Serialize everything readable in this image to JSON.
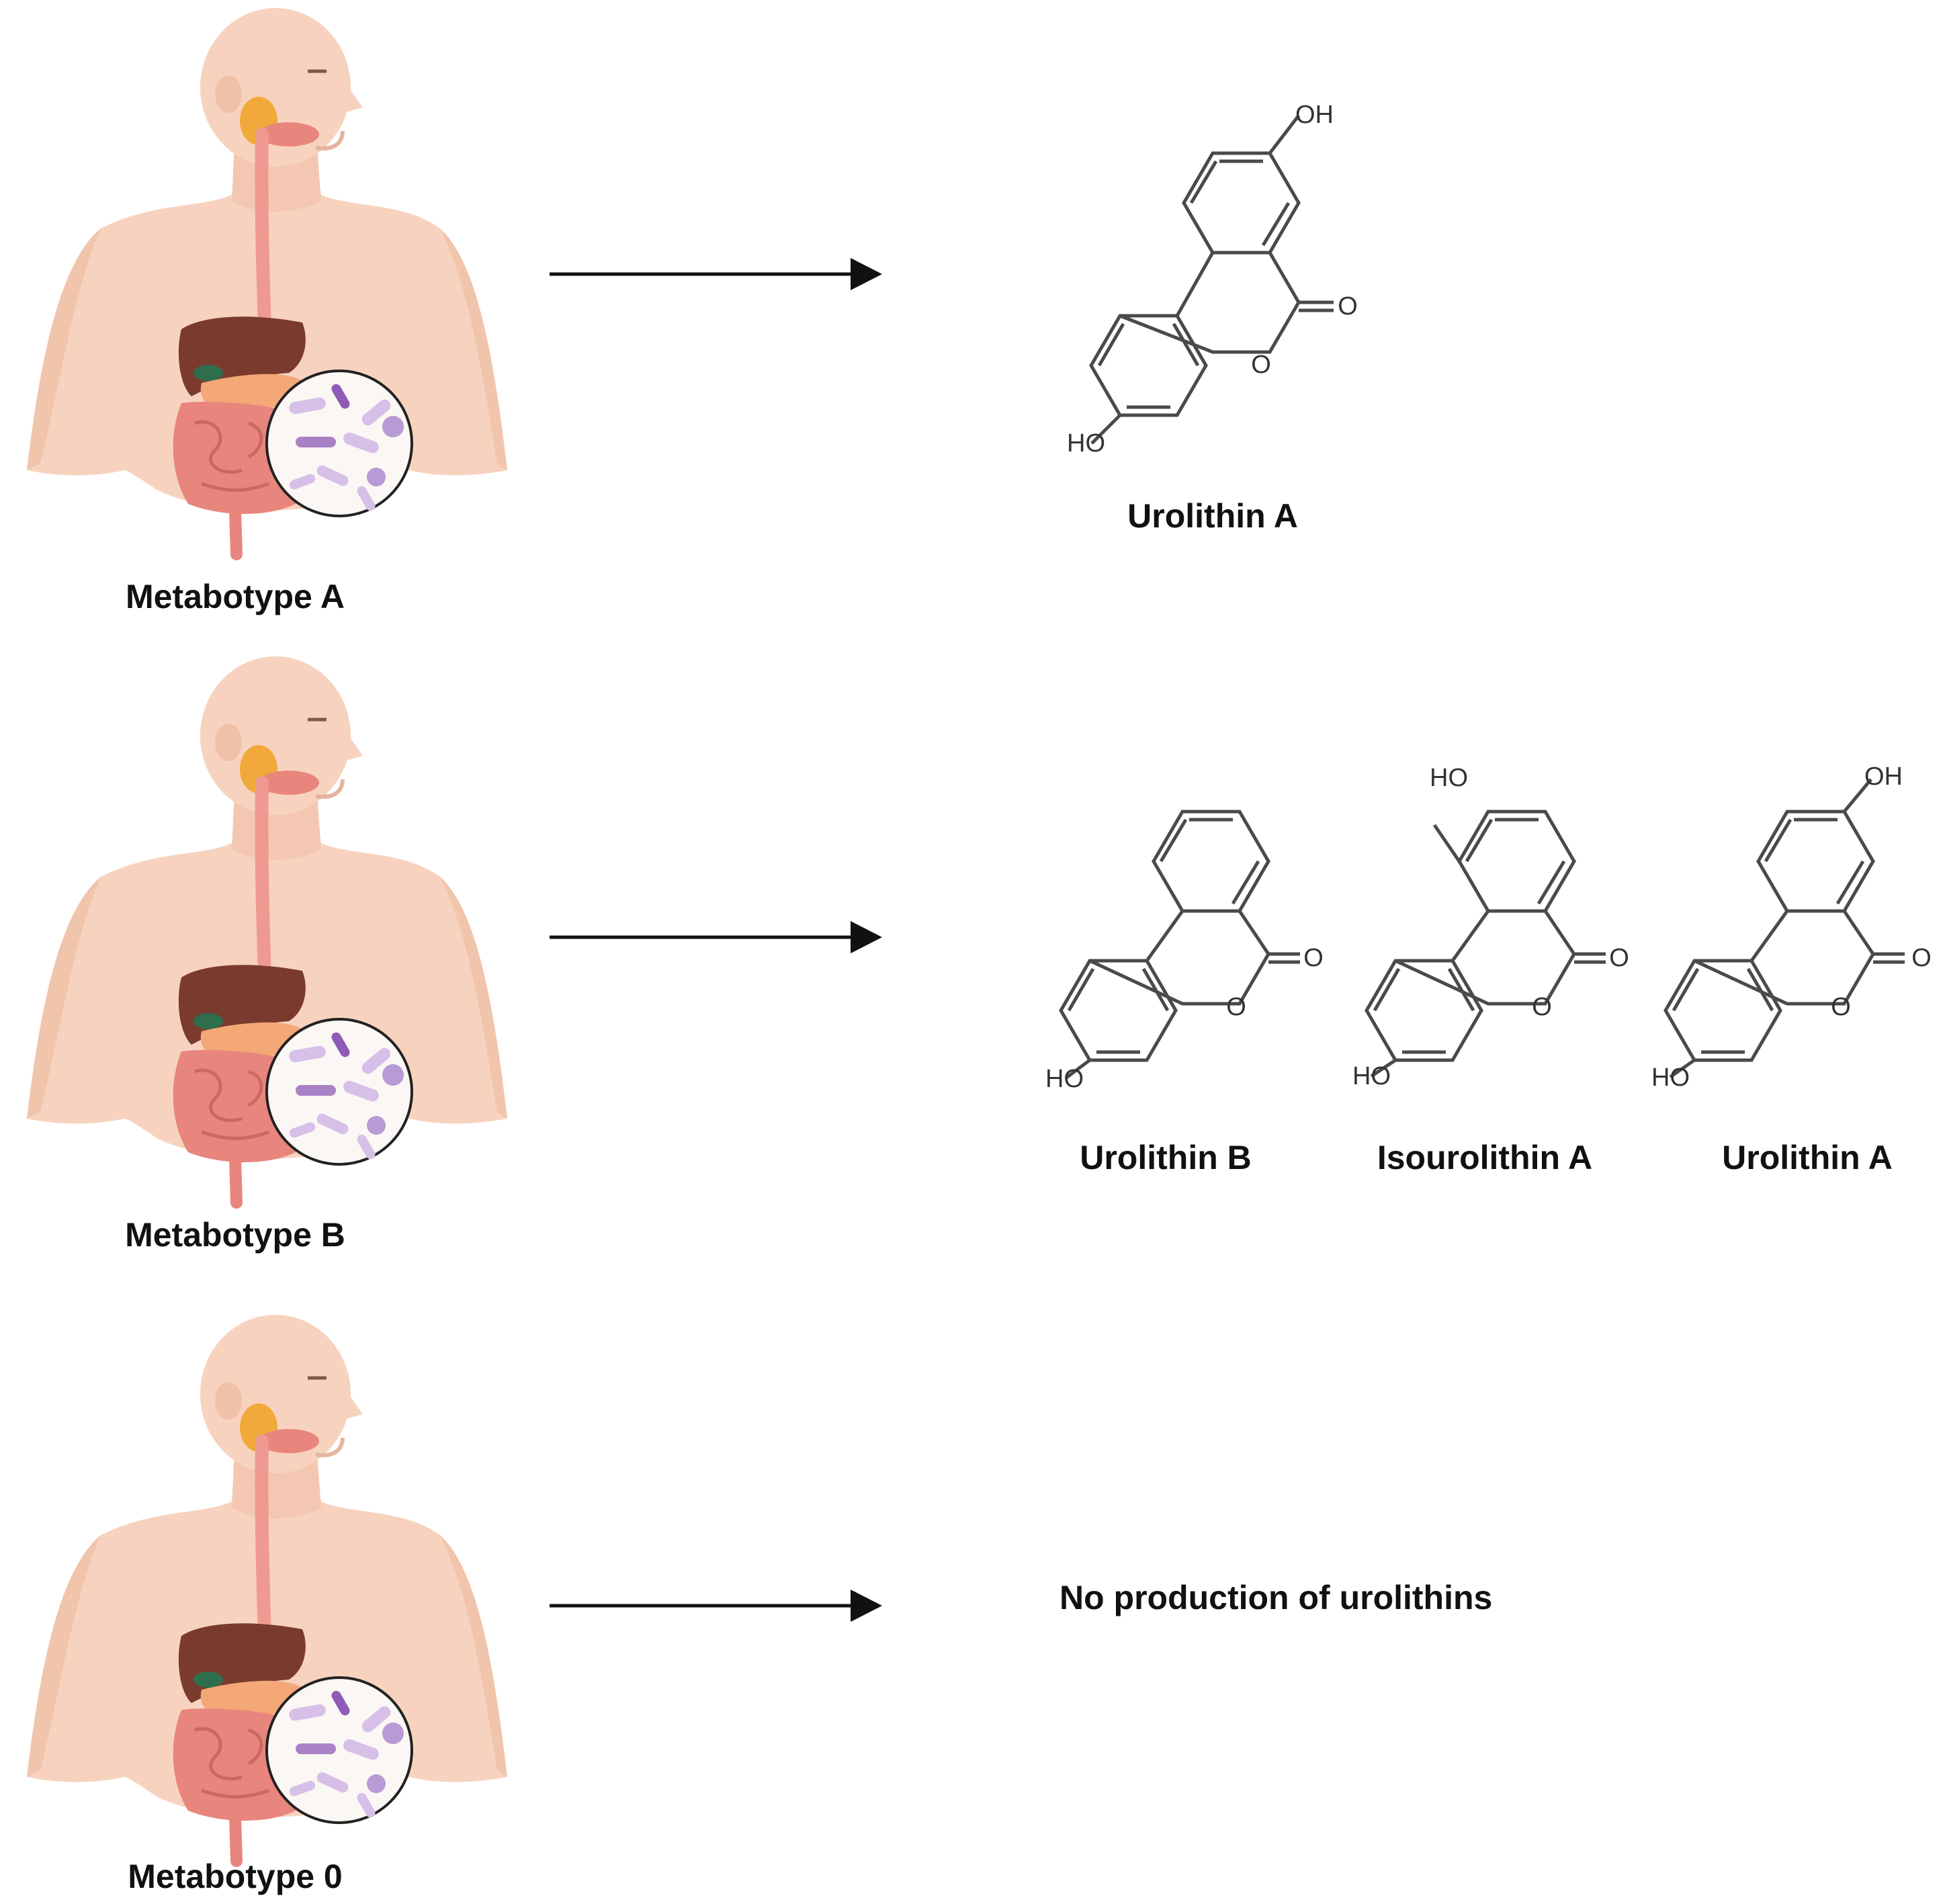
{
  "rows": [
    {
      "id": "metabotype-a",
      "label": "Metabotype A",
      "products": [
        {
          "name": "Urolithin A",
          "structure": "urolithin-a",
          "atoms": {
            "ho_low": "HO",
            "oh_top": "OH",
            "ring_o": "O",
            "carbonyl_o": "O"
          }
        }
      ],
      "no_product_text": ""
    },
    {
      "id": "metabotype-b",
      "label": "Metabotype B",
      "products": [
        {
          "name": "Urolithin B",
          "structure": "urolithin-b",
          "atoms": {
            "ho_low": "HO",
            "ring_o": "O",
            "carbonyl_o": "O"
          }
        },
        {
          "name": "Isourolithin A",
          "structure": "isourolithin-a",
          "atoms": {
            "ho_low": "HO",
            "ho_top": "HO",
            "ring_o": "O",
            "carbonyl_o": "O"
          }
        },
        {
          "name": "Urolithin A",
          "structure": "urolithin-a",
          "atoms": {
            "ho_low": "HO",
            "oh_top": "OH",
            "ring_o": "O",
            "carbonyl_o": "O"
          }
        }
      ],
      "no_product_text": ""
    },
    {
      "id": "metabotype-0",
      "label": "Metabotype 0",
      "products": [],
      "no_product_text": "No production of urolithins"
    }
  ],
  "colors": {
    "skin": "#f7d3bf",
    "skin_shadow": "#efc0a8",
    "esophagus": "#ef9a90",
    "liver": "#7a3b2e",
    "stomach": "#f4a777",
    "intestine": "#e8857c",
    "gland": "#f2a93b",
    "bacteria_light": "#d7c0e8",
    "bacteria_dark": "#8e5bb6",
    "magnifier_bg": "#fbf7f4",
    "arrow": "#111111",
    "bond": "#4a4a4a"
  },
  "icons": {
    "person": "human-digestive-system-icon",
    "microbiota": "gut-microbiota-magnifier-icon",
    "arrow": "right-arrow-icon"
  }
}
